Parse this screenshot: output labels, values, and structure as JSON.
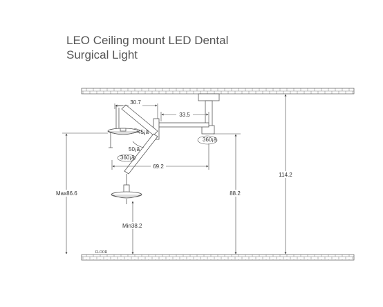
{
  "title": {
    "line1": "LEO Ceiling mount LED Dental",
    "line2": "Surgical Light"
  },
  "dimensions": {
    "top_arm": "30.7",
    "ext_arm": "33.5",
    "angle_45": "45¡ã",
    "angle_50": "50¡ã",
    "rot_left": "360¡ã",
    "rot_right": "360¡ã",
    "reach": "69.2",
    "max_height": "Max86.6",
    "min_height": "Min38.2",
    "mount_height": "88.2",
    "ceiling_height": "114.2",
    "floor": "FLOOR"
  },
  "colors": {
    "line": "#555555",
    "text": "#333333",
    "title": "#555555"
  }
}
